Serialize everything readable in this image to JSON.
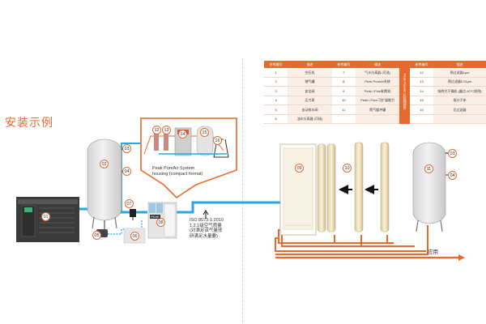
{
  "title": "安装示例",
  "colors": {
    "accent": "#e8692c",
    "air": "#2aa6df",
    "tank": "#e8e8e8",
    "dark": "#3a3a3a"
  },
  "legend": {
    "headers": [
      "参考编号",
      "描述",
      "参考编号",
      "描述",
      "参考编号",
      "描述"
    ],
    "side_label": "Peak PureAir 后处理部件",
    "rows": [
      [
        "1",
        "空压机",
        "7",
        "气水分离器 (可选)",
        "12",
        "预过滤器1μm"
      ],
      [
        "2",
        "储气罐",
        "8",
        "Peak PureAir系统",
        "13",
        "预过滤器0.01μm"
      ],
      [
        "3",
        "安全阀",
        "9",
        "Peak i-Flow制氮机",
        "14",
        "吸附式干燥机 (露点-40°C如例)"
      ],
      [
        "4",
        "压力表",
        "10",
        "Peak i-Flow 可扩展能力",
        "15",
        "吸分子床"
      ],
      [
        "5",
        "自动排水阀",
        "11",
        "氮气缓冲罐",
        "16",
        "后过滤器"
      ],
      [
        "6",
        "油水分离器 (可选)",
        "",
        "",
        "",
        ""
      ]
    ]
  },
  "numbers": {
    "n01": "01",
    "n02": "02",
    "n03": "03",
    "n04": "04",
    "n05": "05",
    "n06": "06",
    "n07": "07",
    "n08": "08",
    "n09": "09",
    "n10": "10",
    "n11": "11",
    "n12": "12",
    "n13": "13",
    "n14": "14",
    "n15": "15",
    "n16": "16",
    "n03b": "03",
    "n04b": "04"
  },
  "callout": {
    "line1": "Peak PureAir System",
    "line2": "housing (compact format)"
  },
  "iso": {
    "line1": "ISO 8573-1:2010",
    "line2": "1.2.1级空气质量",
    "line3": "(对满足该气量技",
    "line4": "研满足水量要)"
  },
  "peak_logo": "PEAK",
  "apply": "应用"
}
